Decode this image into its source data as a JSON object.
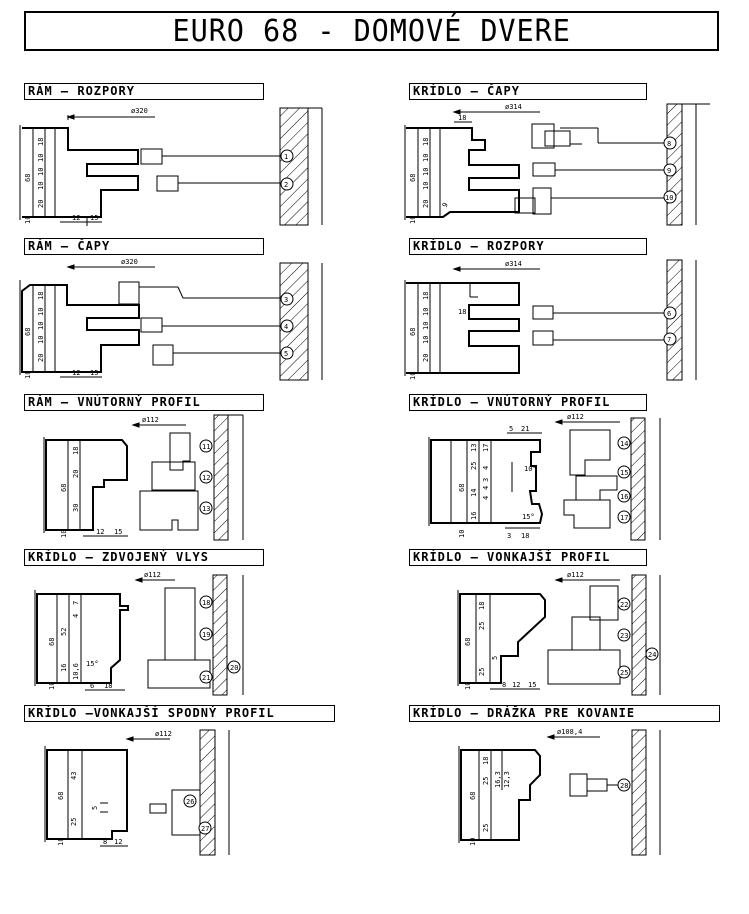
{
  "title": "EURO 68 - DOMOVÉ DVERE",
  "sections": [
    {
      "id": "ram-rozpory",
      "label": "RÁM – ROZPORY",
      "dim": "ø320",
      "numbers": [
        "1",
        "2"
      ]
    },
    {
      "id": "kridlo-capy",
      "label": "KRÍDLO – ČAPY",
      "dim": "ø314",
      "numbers": [
        "8",
        "9",
        "10"
      ]
    },
    {
      "id": "ram-capy",
      "label": "RÁM – ČAPY",
      "dim": "ø320",
      "numbers": [
        "3",
        "4",
        "5"
      ]
    },
    {
      "id": "kridlo-rozpory",
      "label": "KRÍDLO – ROZPORY",
      "dim": "ø314",
      "numbers": [
        "6",
        "7"
      ]
    },
    {
      "id": "ram-vnutorny",
      "label": "RÁM – VNÚTORNÝ PROFIL",
      "dim": "ø112",
      "numbers": [
        "11",
        "12",
        "13"
      ]
    },
    {
      "id": "kridlo-vnutorny",
      "label": "KRÍDLO – VNÚTORNÝ PROFIL",
      "dim": "ø112",
      "numbers": [
        "14",
        "15",
        "16",
        "17"
      ]
    },
    {
      "id": "kridlo-zdvojeny",
      "label": "KRÍDLO – ZDVOJENÝ VLYS",
      "dim": "ø112",
      "numbers": [
        "18",
        "19",
        "20",
        "21"
      ]
    },
    {
      "id": "kridlo-vonkajsi",
      "label": "KRÍDLO – VONKAJŠÍ PROFIL",
      "dim": "ø112",
      "numbers": [
        "22",
        "23",
        "24",
        "25"
      ]
    },
    {
      "id": "kridlo-spodny",
      "label": "KRÍDLO –VONKAJŠÍ SPODNÝ PROFIL",
      "dim": "ø112",
      "numbers": [
        "26",
        "27"
      ]
    },
    {
      "id": "kridlo-drazka",
      "label": "KRÍDLO – DRÁŽKA PRE KOVANIE",
      "dim": "ø108,4",
      "numbers": [
        "28"
      ]
    }
  ],
  "dims": {
    "d68": "68",
    "d10": "10",
    "d20": "20",
    "d18": "18",
    "d12": "12",
    "d15": "15",
    "d16": "16",
    "d30": "30",
    "d25": "25",
    "d21": "21",
    "d52": "52",
    "d43": "43",
    "d14": "14",
    "d13": "13",
    "d9": "9",
    "d5": "5",
    "d4": "4",
    "d3": "3",
    "d7": "7",
    "d6": "6",
    "d8": "8",
    "a10": "10°",
    "a15": "15°",
    "d16_3": "16,3",
    "d12_3": "12,3",
    "d10_6": "10,6"
  }
}
